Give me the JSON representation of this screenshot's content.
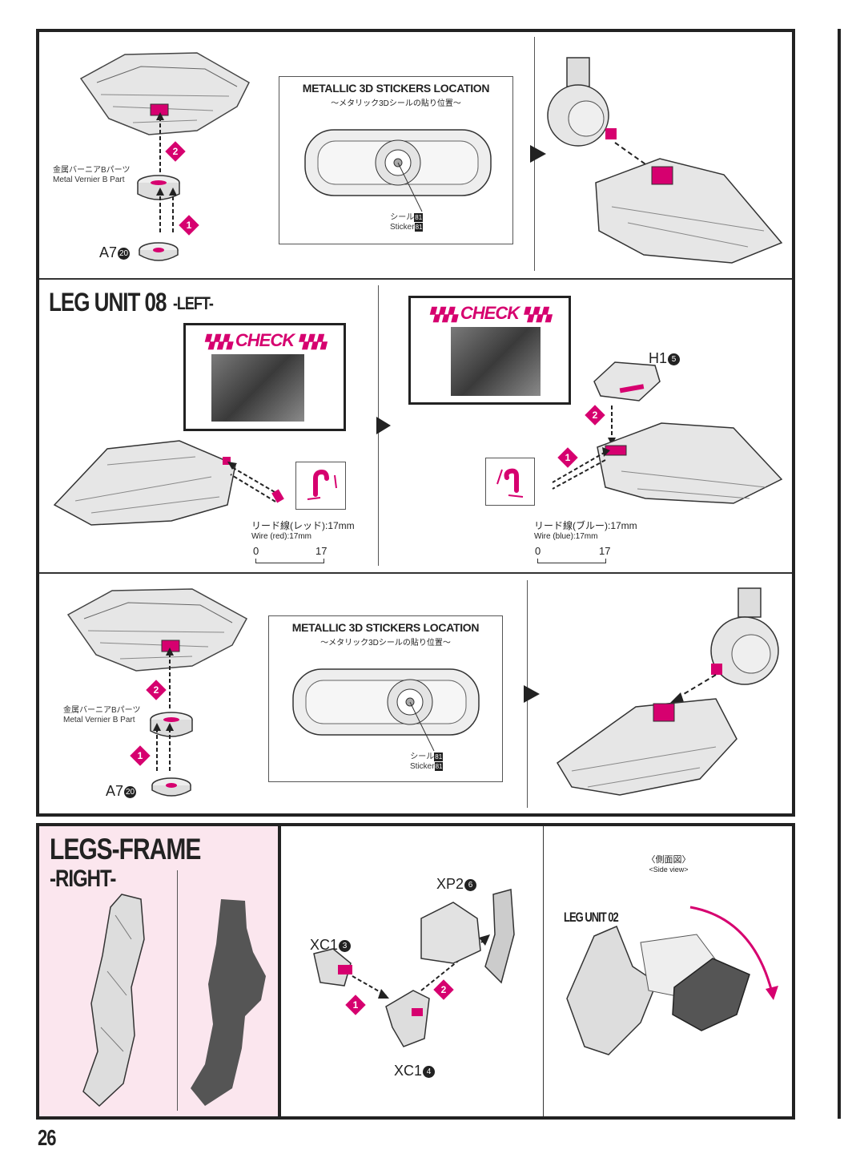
{
  "page_number": "26",
  "colors": {
    "accent": "#d6006f",
    "frame": "#222222",
    "pink_panel": "#fbe6ee"
  },
  "section1": {
    "vernier_jp": "金属バーニアBパーツ",
    "vernier_en": "Metal Vernier B Part",
    "part_a7": "A7",
    "part_a7_num": "20",
    "sticker_title": "METALLIC 3D STICKERS LOCATION",
    "sticker_sub": "〜メタリック3Dシールの貼り位置〜",
    "sticker_jp": "シール",
    "sticker_en": "Sticker",
    "sticker_num": "81",
    "step1": "1",
    "step2": "2"
  },
  "section2": {
    "title": "LEG UNIT 08",
    "subtitle": "-LEFT-",
    "check_label": "CHECK",
    "wire_red_jp": "リード線(レッド):17mm",
    "wire_red_en": "Wire (red):17mm",
    "wire_blue_jp": "リード線(ブルー):17mm",
    "wire_blue_en": "Wire (blue):17mm",
    "scale_start": "0",
    "scale_end": "17",
    "part_h1": "H1",
    "part_h1_num": "5",
    "step1": "1",
    "step2": "2"
  },
  "section3": {
    "vernier_jp": "金属バーニアBパーツ",
    "vernier_en": "Metal Vernier B Part",
    "part_a7": "A7",
    "part_a7_num": "20",
    "sticker_title": "METALLIC 3D STICKERS LOCATION",
    "sticker_sub": "〜メタリック3Dシールの貼り位置〜",
    "sticker_jp": "シール",
    "sticker_en": "Sticker",
    "sticker_num": "81",
    "step1": "1",
    "step2": "2"
  },
  "legs_frame": {
    "title": "LEGS-FRAME",
    "subtitle": "-RIGHT-",
    "part_xc1a": "XC1",
    "part_xc1a_num": "3",
    "part_xp2": "XP2",
    "part_xp2_num": "6",
    "part_xc1b": "XC1",
    "part_xc1b_num": "4",
    "step1": "1",
    "step2": "2",
    "side_view_jp": "〈側面図〉",
    "side_view_en": "<Side view>",
    "leg_unit_label": "LEG UNIT 02"
  }
}
